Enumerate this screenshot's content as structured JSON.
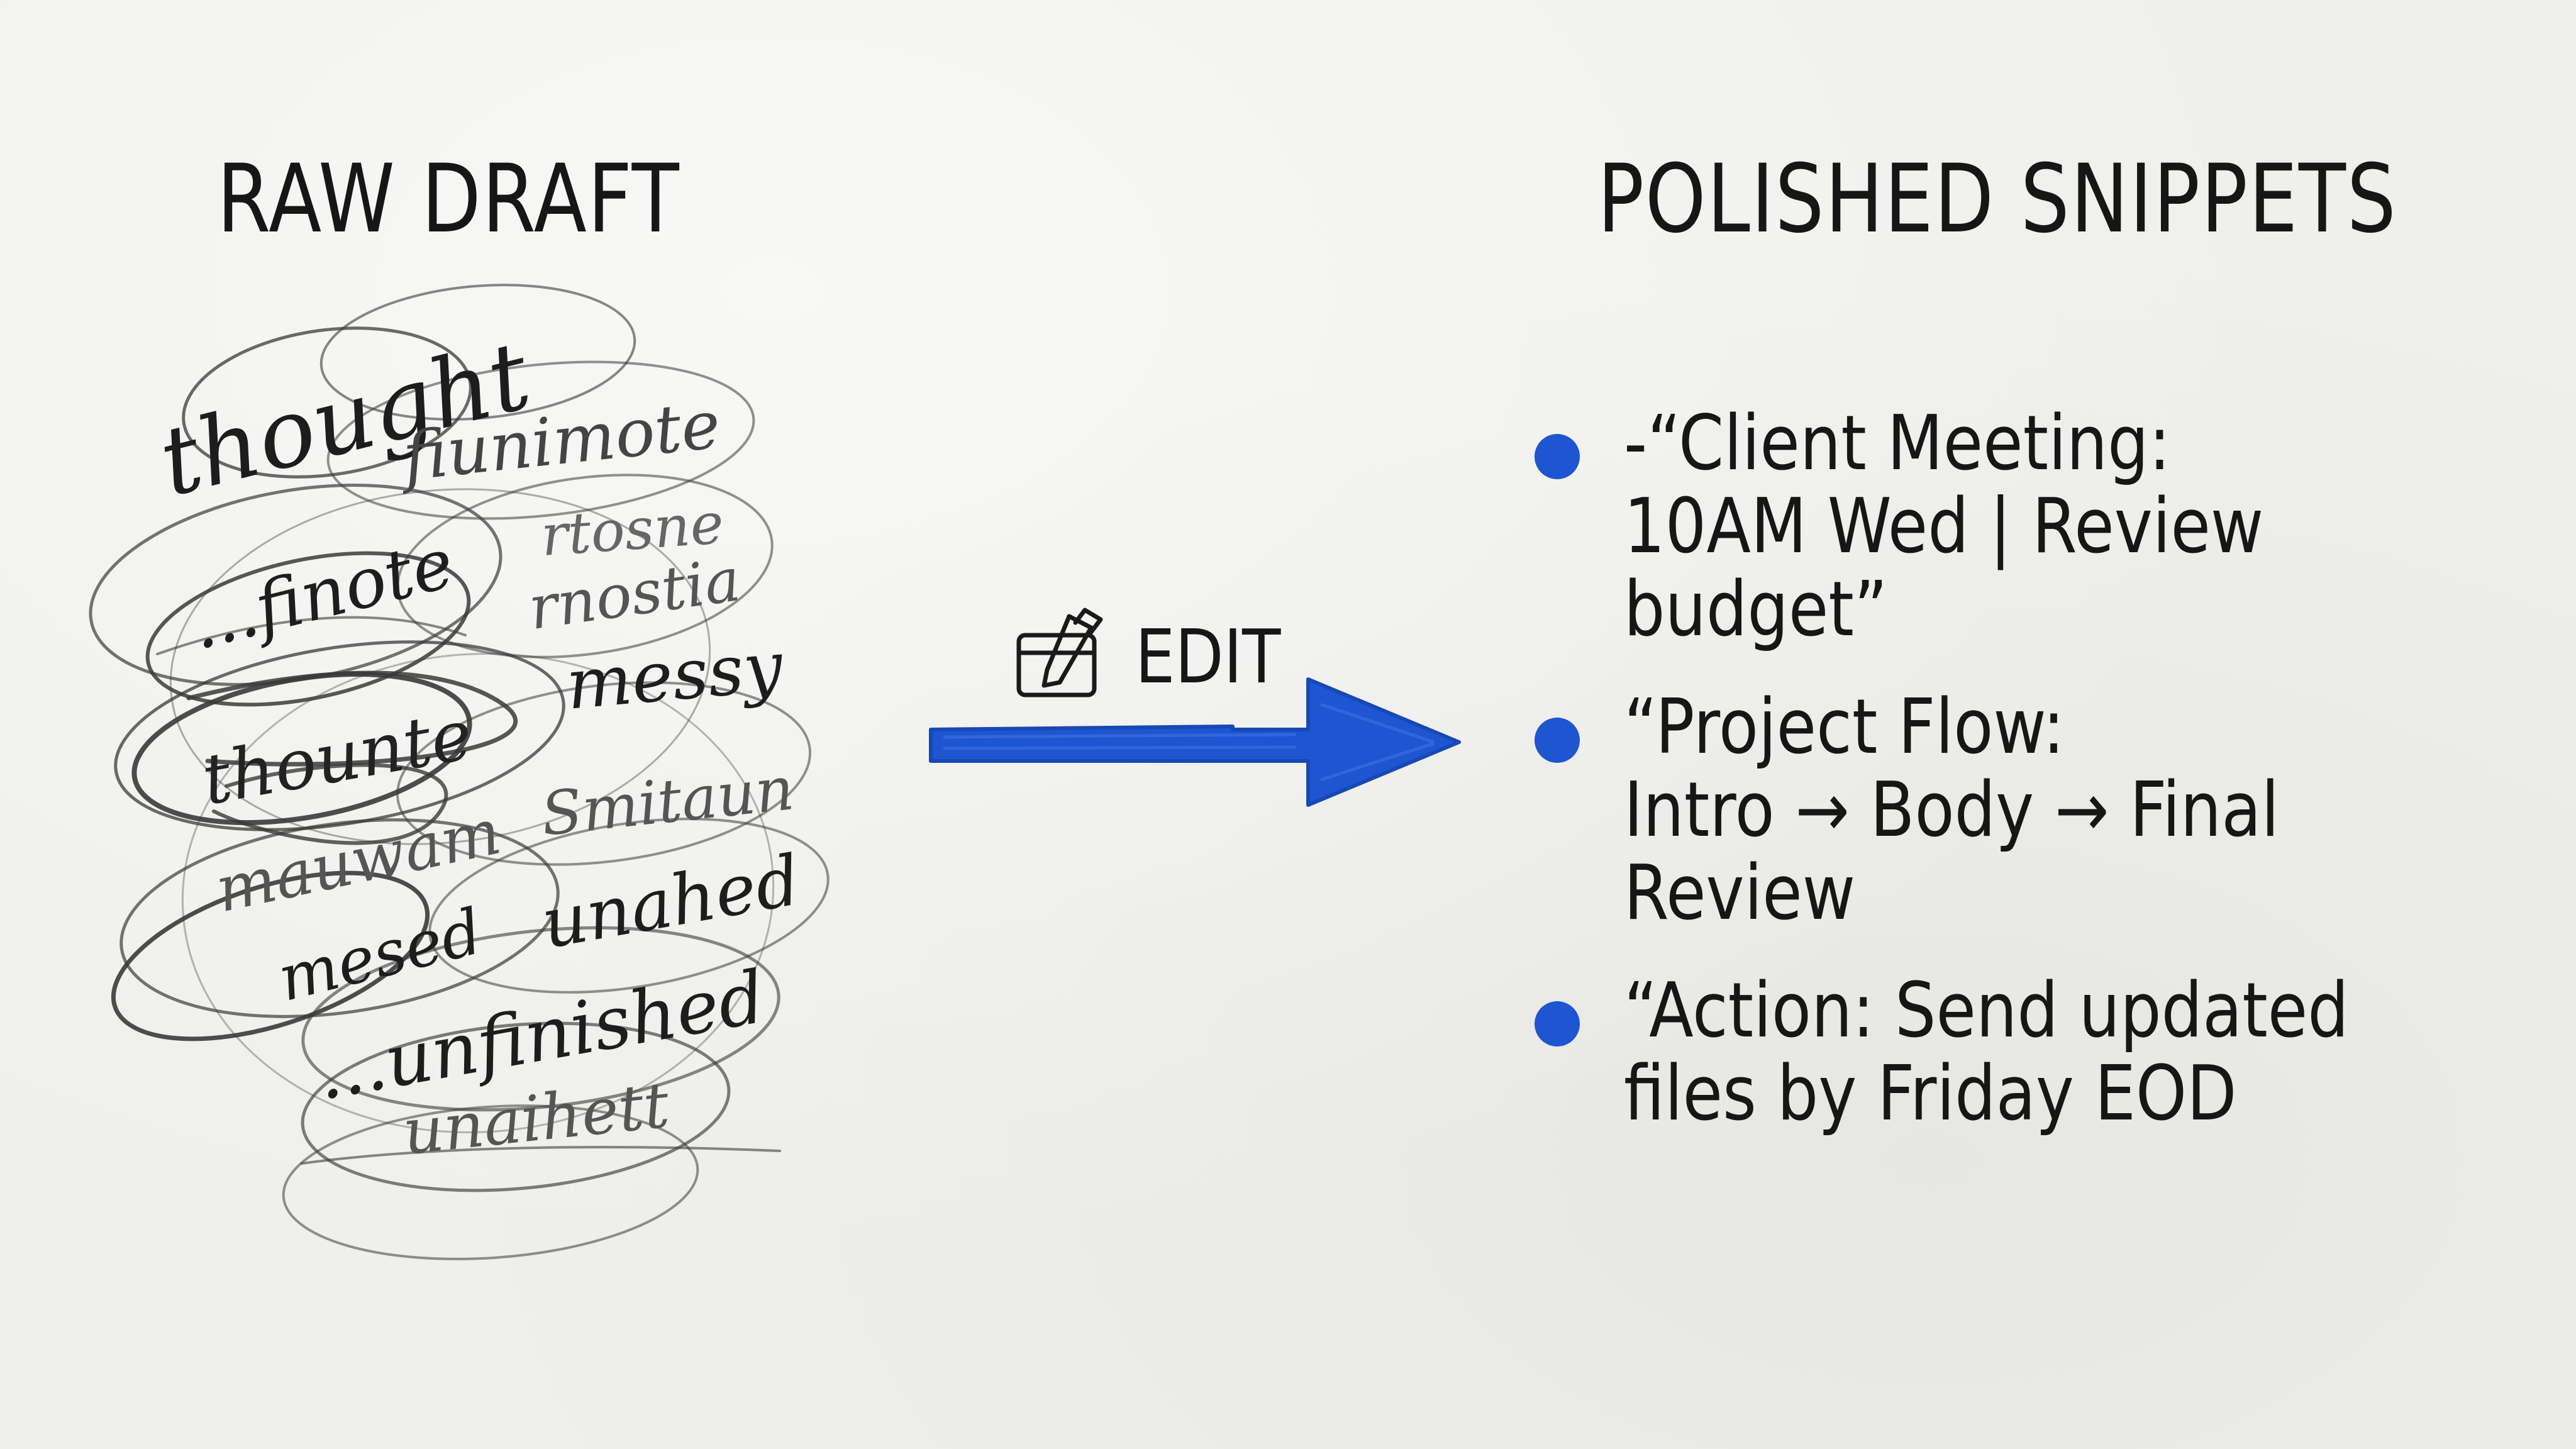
{
  "raw_draft": {
    "heading": "RAW DRAFT",
    "scribbled_words": [
      "thought",
      "fiunimote",
      "...finote",
      "rtosne",
      "rnostia",
      "messy",
      "thounte",
      "mauwam",
      "Smitaun",
      "mesed",
      "unahed",
      "...unfinished",
      "unaihett"
    ]
  },
  "edit_step": {
    "label": "EDIT",
    "icon": "edit-pencil-box-icon",
    "arrow_color": "#1e55d0"
  },
  "polished_snippets": {
    "heading": "POLISHED SNIPPETS",
    "bullet_color": "#1e55d0",
    "items": [
      {
        "line1": "-“Client Meeting:",
        "line2": "10AM Wed | Review budget”",
        "line3": ""
      },
      {
        "line1": "“Project Flow:",
        "line2": "Intro → Body → Final",
        "line3": "Review"
      },
      {
        "line1": "“Action: Send updated",
        "line2": "files by Friday EOD",
        "line3": ""
      }
    ]
  }
}
